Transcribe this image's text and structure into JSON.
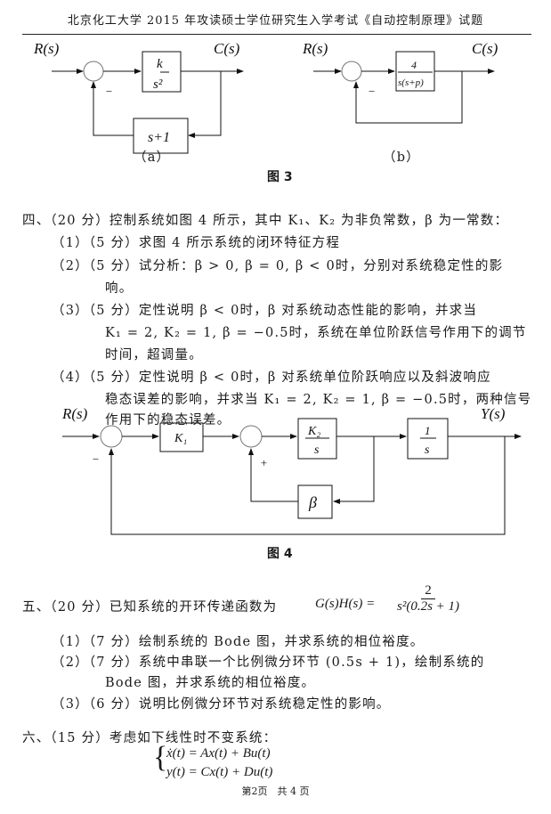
{
  "header": "北京化工大学 2015 年攻读硕士学位研究生入学考试《自动控制原理》试题",
  "fig3": {
    "a": {
      "input": "R(s)",
      "output": "C(s)",
      "forward_num": "k",
      "forward_den": "s²",
      "feedback": "s+1",
      "sign": "−",
      "label": "（a）"
    },
    "b": {
      "input": "R(s)",
      "output": "C(s)",
      "forward_num": "4",
      "forward_den": "s(s+p)",
      "sign": "−",
      "label": "（b）"
    },
    "caption": "图 3"
  },
  "q4": {
    "stem": "四、（20 分）控制系统如图 4 所示，其中 K₁、K₂ 为非负常数，β 为一常数：",
    "items": [
      [
        "（1）（5 分）求图 4 所示系统的闭环特征方程"
      ],
      [
        "（2）（5 分）试分析：β > 0,  β = 0, β < 0时，分别对系统稳定性的影",
        "响。"
      ],
      [
        "（3）（5 分）定性说明 β < 0时，β 对系统动态性能的影响，并求当",
        "K₁ = 2, K₂ = 1, β = −0.5时，系统在单位阶跃信号作用下的调节",
        "时间，超调量。"
      ],
      [
        "（4）（5 分）定性说明 β < 0时，β 对系统单位阶跃响应以及斜波响应",
        "稳态误差的影响，并求当 K₁ = 2, K₂ = 1, β = −0.5时，两种信号",
        "作用下的稳态误差。"
      ]
    ]
  },
  "fig4": {
    "input": "R(s)",
    "output": "Y(s)",
    "k1": "K₁",
    "k2_num": "K₂",
    "k2_den": "s",
    "int_num": "1",
    "int_den": "s",
    "beta": "β",
    "minus": "−",
    "plus": "+",
    "caption": "图 4"
  },
  "q5": {
    "stem": "五、（20 分）已知系统的开环传递函数为",
    "gh": "G(s)H(s) =",
    "num": "2",
    "den": "s²(0.2s + 1)",
    "items": [
      [
        "（1）（7 分）绘制系统的 Bode 图，并求系统的相位裕度。"
      ],
      [
        "（2）（7 分）系统中串联一个比例微分环节 (0.5s + 1)，绘制系统的",
        "Bode 图，并求系统的相位裕度。"
      ],
      [
        "（3）（6 分）说明比例微分环节对系统稳定性的影响。"
      ]
    ]
  },
  "q6": {
    "stem": "六、（15 分）考虑如下线性时不变系统：",
    "eq1": "ẋ(t) = Ax(t) + Bu(t)",
    "eq2": "y(t) = Cx(t) + Du(t)"
  },
  "footer": "第2页　共 4 页"
}
